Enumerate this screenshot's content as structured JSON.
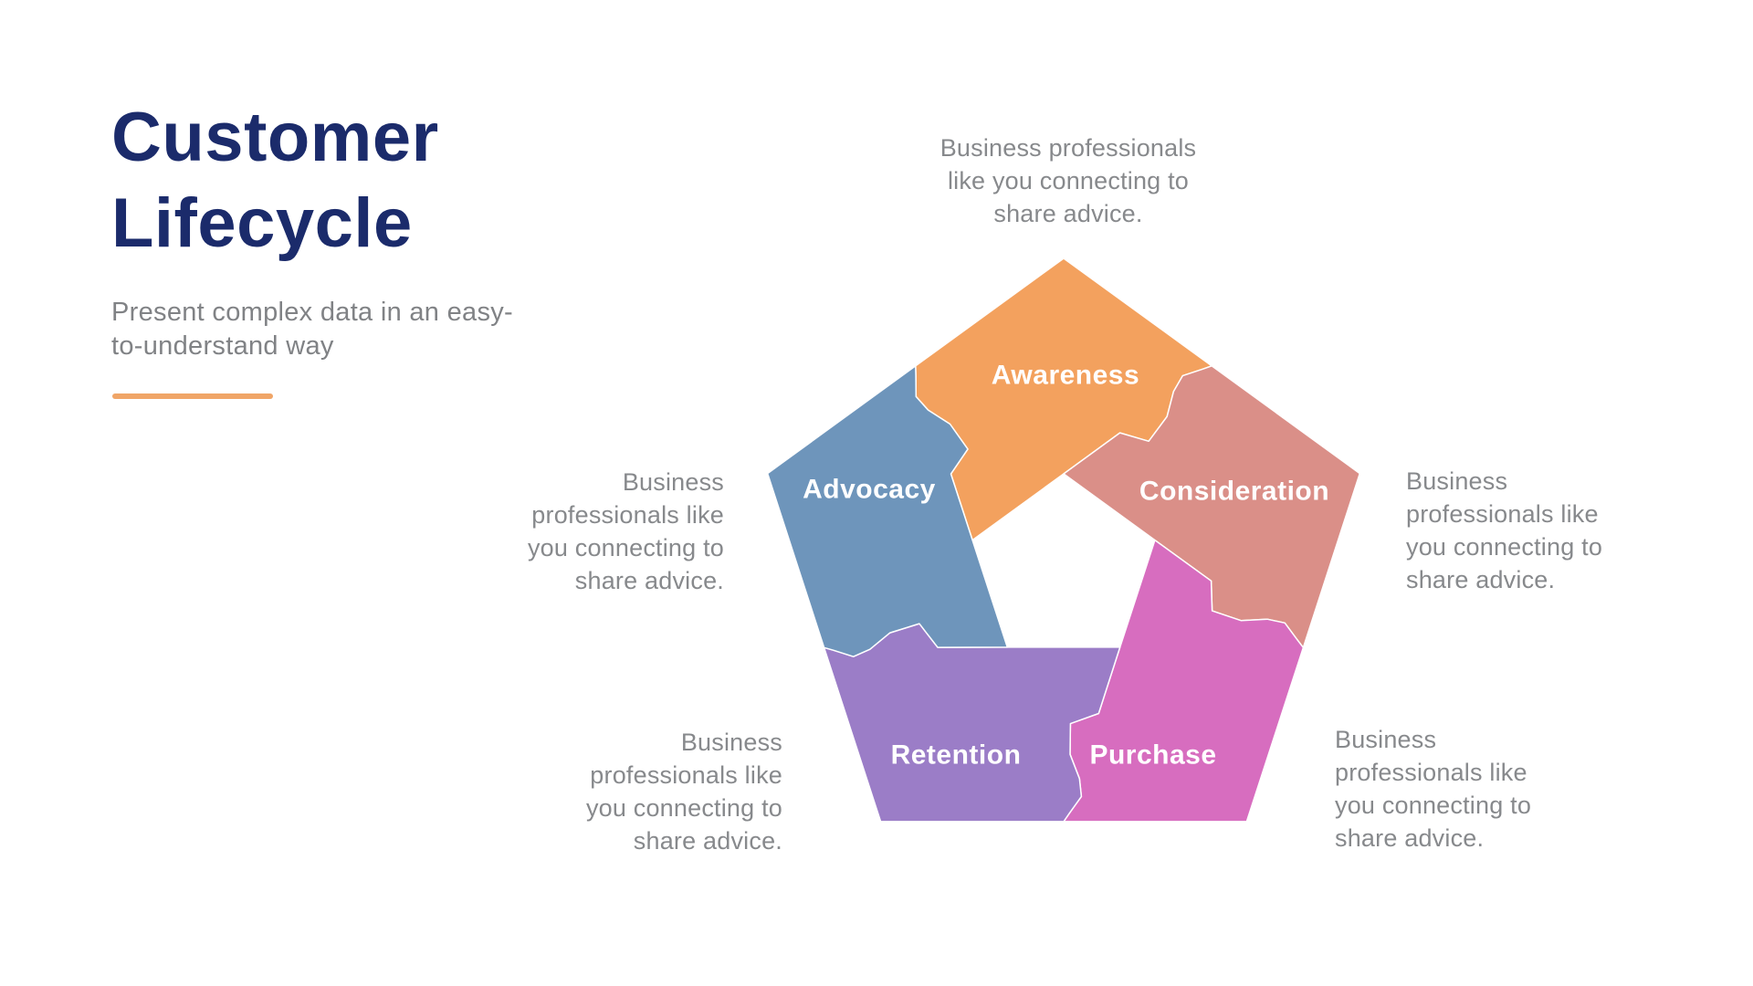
{
  "slide": {
    "title": "Customer Lifecycle",
    "subtitle": "Present complex data in an easy-to-understand way",
    "colors": {
      "background": "#FFFFFF",
      "title": "#1B2B6B",
      "subtitle": "#808285",
      "accent_rule": "#F0A567",
      "segment_label_text": "#FFFFFF",
      "description_text": "#87898C"
    }
  },
  "lifecycle": {
    "segments": [
      {
        "label": "Awareness",
        "color": "#F3A15E",
        "description_lines": [
          "Business professionals",
          "like you connecting to",
          "share advice."
        ]
      },
      {
        "label": "Consideration",
        "color": "#DA8F88",
        "description_lines": [
          "Business",
          "professionals like",
          "you connecting to",
          "share advice."
        ]
      },
      {
        "label": "Purchase",
        "color": "#D76DBF",
        "description_lines": [
          "Business",
          "professionals like",
          "you connecting to",
          "share advice."
        ]
      },
      {
        "label": "Retention",
        "color": "#9B7DC7",
        "description_lines": [
          "Business",
          "professionals like",
          "you connecting to",
          "share advice."
        ]
      },
      {
        "label": "Advocacy",
        "color": "#6E95BB",
        "description_lines": [
          "Business",
          "professionals like",
          "you connecting to",
          "share advice."
        ]
      }
    ]
  }
}
